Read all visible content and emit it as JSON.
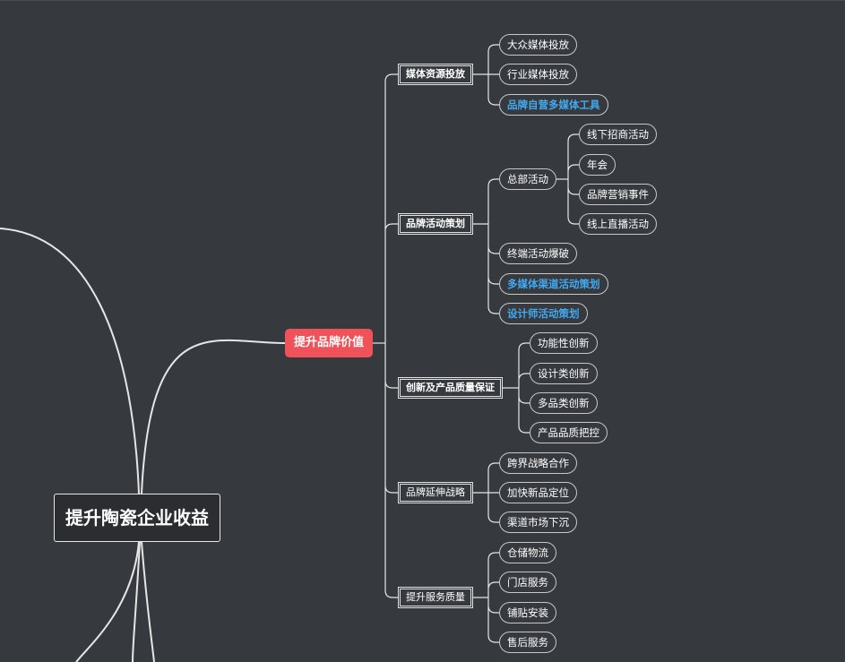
{
  "root": {
    "label": "提升陶瓷企业收益"
  },
  "main": {
    "label": "提升品牌价值"
  },
  "categories": [
    {
      "label": "媒体资源投放",
      "children": [
        {
          "label": "大众媒体投放"
        },
        {
          "label": "行业媒体投放"
        },
        {
          "label": "品牌自营多媒体工具",
          "highlight": true
        }
      ]
    },
    {
      "label": "品牌活动策划",
      "children": [
        {
          "label": "总部活动",
          "children": [
            {
              "label": "线下招商活动"
            },
            {
              "label": "年会"
            },
            {
              "label": "品牌营销事件"
            },
            {
              "label": "线上直播活动"
            }
          ]
        },
        {
          "label": "终端活动爆破"
        },
        {
          "label": "多媒体渠道活动策划",
          "highlight": true
        },
        {
          "label": "设计师活动策划",
          "highlight": true
        }
      ]
    },
    {
      "label": "创新及产品质量保证",
      "children": [
        {
          "label": "功能性创新"
        },
        {
          "label": "设计类创新"
        },
        {
          "label": "多品类创新"
        },
        {
          "label": "产品品质把控"
        }
      ]
    },
    {
      "label": "品牌延伸战略",
      "children": [
        {
          "label": "跨界战略合作"
        },
        {
          "label": "加快新品定位"
        },
        {
          "label": "渠道市场下沉"
        }
      ]
    },
    {
      "label": "提升服务质量",
      "children": [
        {
          "label": "仓储物流"
        },
        {
          "label": "门店服务"
        },
        {
          "label": "铺贴安装"
        },
        {
          "label": "售后服务"
        }
      ]
    }
  ],
  "colors": {
    "background": "#36393e",
    "main_node": "#ef5258",
    "highlight_text": "#43a9f0",
    "line": "#e6e6e6"
  }
}
